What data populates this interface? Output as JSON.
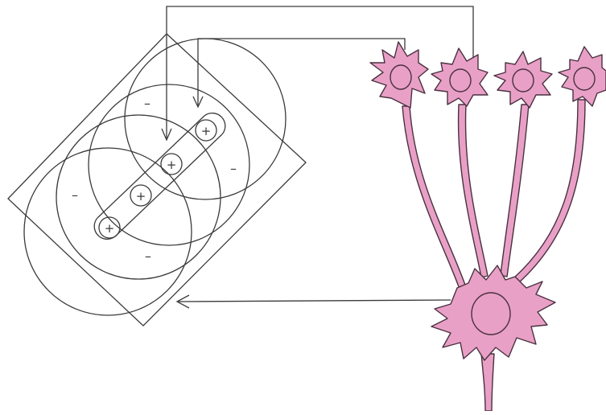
{
  "colors": {
    "ink": "#3a3a3a",
    "cell_fill": "#e9a0c6",
    "cell_outline": "#4a3140"
  },
  "field_signs": {
    "center": "+",
    "surround": "–"
  },
  "diagram": {
    "receptive_field_count": 4,
    "input_cell_count": 4,
    "output_cell_count": 1
  }
}
